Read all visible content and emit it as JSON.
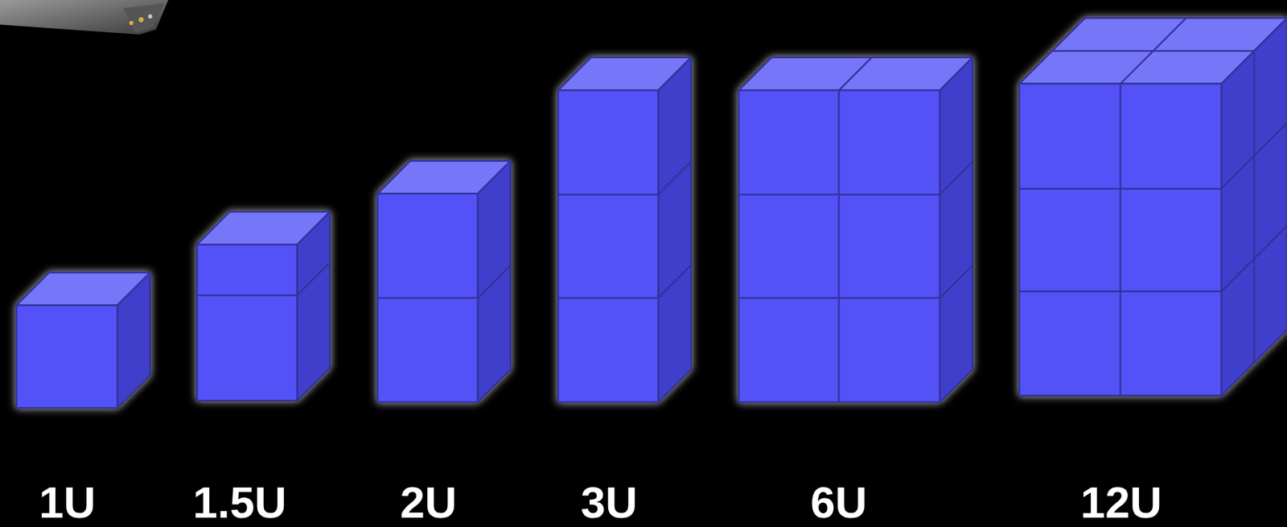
{
  "diagram": {
    "labels": [
      "1U",
      "1.5U",
      "2U",
      "3U",
      "6U",
      "12U"
    ]
  }
}
